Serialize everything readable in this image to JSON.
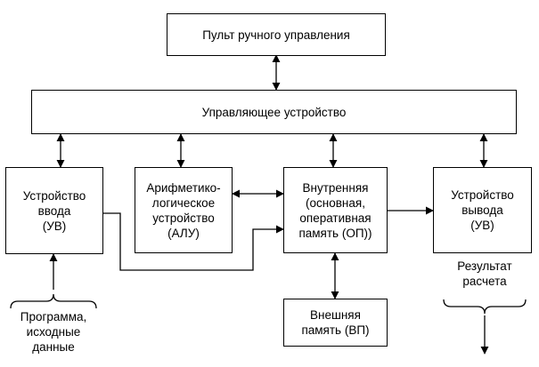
{
  "blocks": {
    "manual_console": "Пульт ручного управления",
    "control_unit": "Управляющее устройство",
    "input_device": "Устройство\nввода\n(УВ)",
    "alu": "Арифметико-\nлогическое\nустройство\n(АЛУ)",
    "main_memory": "Внутренняя\n(основная,\nоперативная\nпамять (ОП))",
    "output_device": "Устройство\nвывода\n(УВ)",
    "external_memory": "Внешняя\nпамять (ВП)"
  },
  "labels": {
    "input_data": "Программа,\nисходные\nданные",
    "result": "Результат\nрасчета"
  }
}
